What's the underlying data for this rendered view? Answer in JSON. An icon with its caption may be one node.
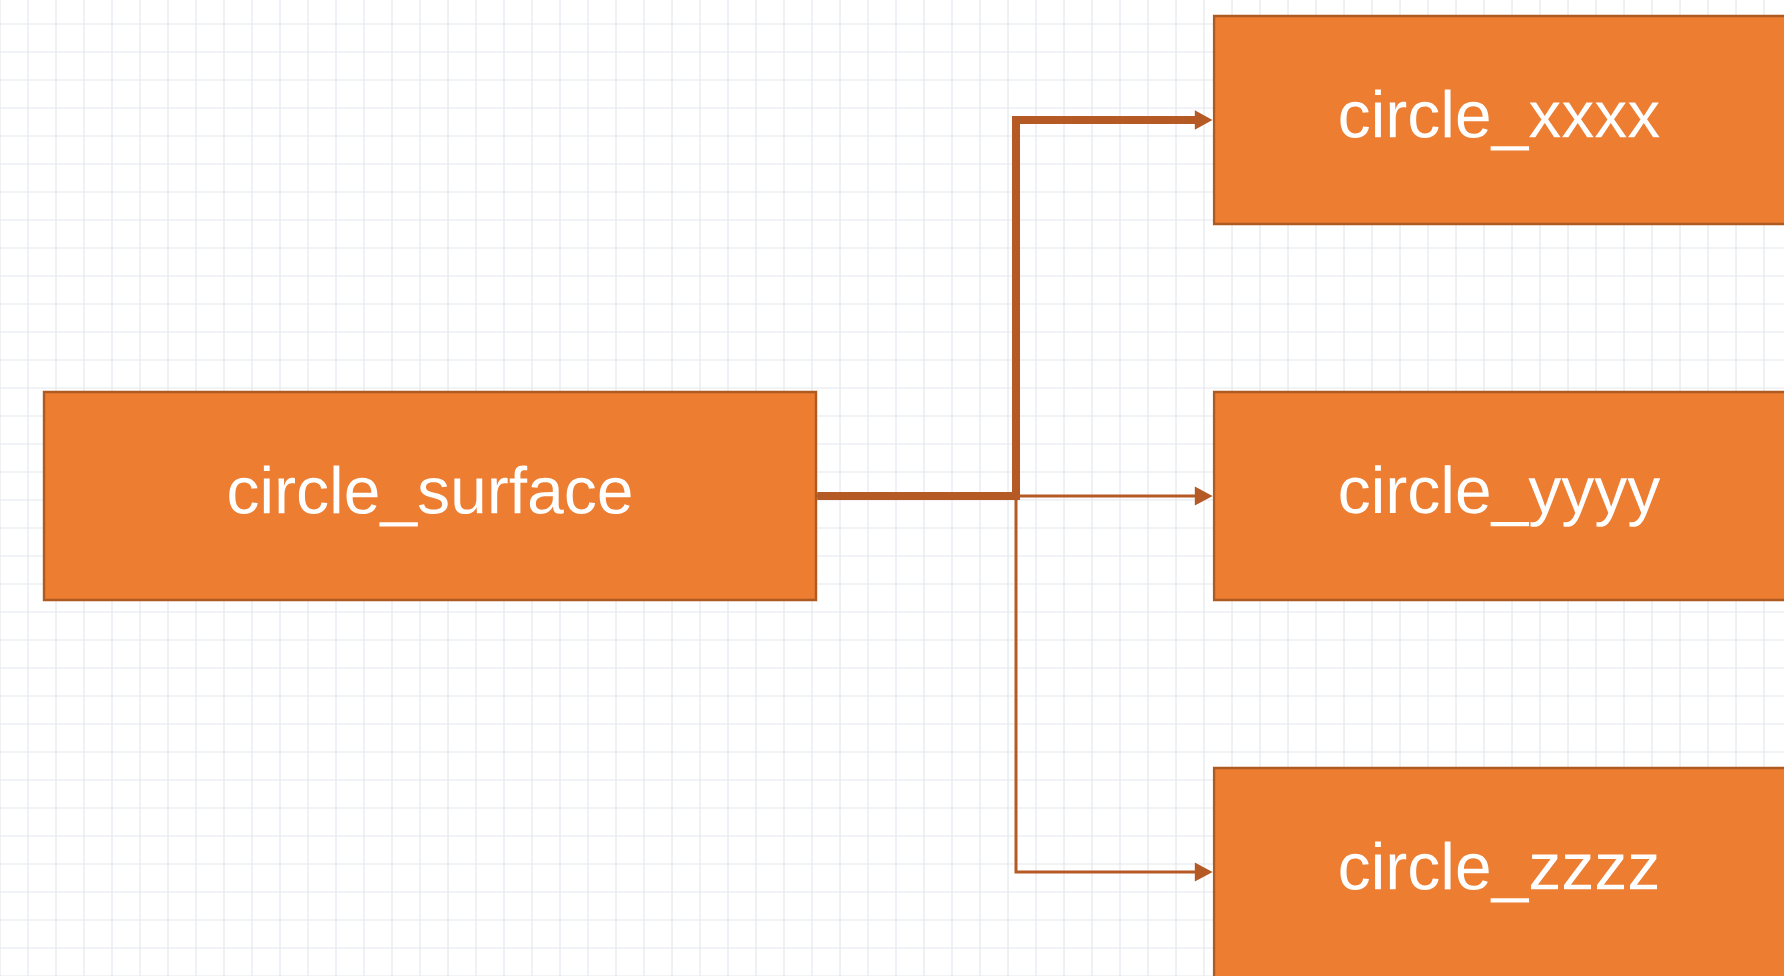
{
  "diagram": {
    "nodes": [
      {
        "text": [
          "circle_surface"
        ]
      },
      {
        "text": [
          "circle_xxxx"
        ]
      },
      {
        "text": [
          "circle_yyyy"
        ]
      },
      {
        "text": [
          "circle_zzzz"
        ]
      }
    ],
    "edges": [
      {
        "from": 0,
        "to": 1,
        "arrow": "to",
        "style": "thick"
      },
      {
        "from": 0,
        "to": 2,
        "arrow": "to"
      },
      {
        "from": 0,
        "to": 3,
        "arrow": "to"
      }
    ]
  }
}
